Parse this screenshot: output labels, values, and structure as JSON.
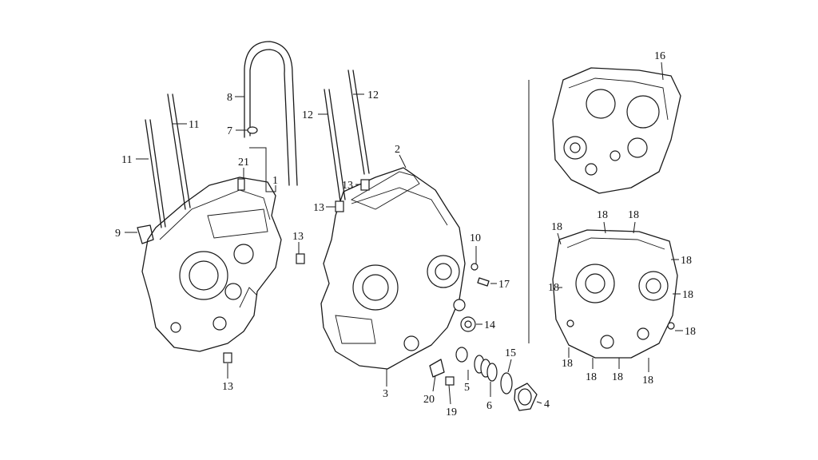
{
  "diagram": {
    "callouts": [
      "1",
      "2",
      "3",
      "4",
      "5",
      "6",
      "7",
      "8",
      "9",
      "10",
      "11",
      "11",
      "12",
      "12",
      "13",
      "13",
      "13",
      "13",
      "14",
      "15",
      "16",
      "17",
      "18",
      "19",
      "20",
      "21"
    ],
    "labels": {
      "c1": "1",
      "c2": "2",
      "c3": "3",
      "c4": "4",
      "c5": "5",
      "c6": "6",
      "c7": "7",
      "c8": "8",
      "c9": "9",
      "c10": "10",
      "c11a": "11",
      "c11b": "11",
      "c12a": "12",
      "c12b": "12",
      "c13a": "13",
      "c13b": "13",
      "c13c": "13",
      "c13d": "13",
      "c14": "14",
      "c15": "15",
      "c16": "16",
      "c17": "17",
      "c19": "19",
      "c20": "20",
      "c21": "21",
      "c18": "18"
    },
    "line_color": "#1a1a1a",
    "background": "#ffffff"
  }
}
